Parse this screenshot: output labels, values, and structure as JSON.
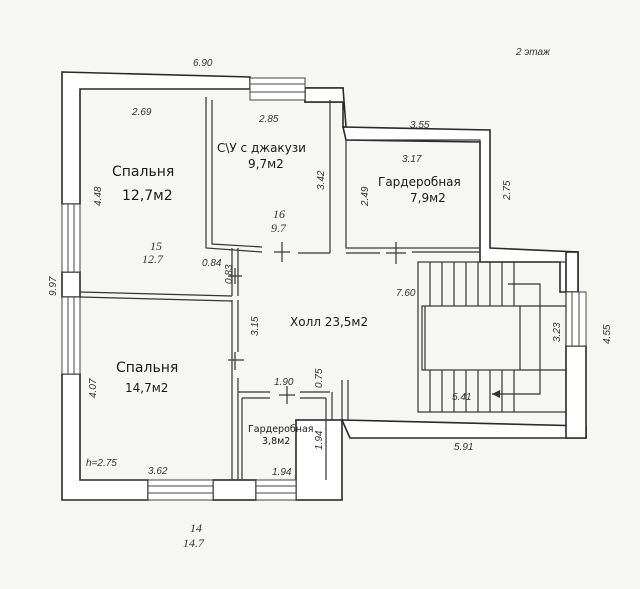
{
  "floor_label": "2 этаж",
  "rooms": {
    "bedroom1": {
      "name": "Спальня",
      "area": "12,7м2",
      "num": "15",
      "num_area": "12.7"
    },
    "bath": {
      "name": "С\\У с джакузи",
      "area": "9,7м2",
      "num": "16",
      "num_area": "9.7"
    },
    "wardrobe1": {
      "name": "Гардеробная",
      "area": "7,9м2"
    },
    "hall": {
      "name": "Холл 23,5м2"
    },
    "bedroom2": {
      "name": "Спальня",
      "area": "14,7м2",
      "num": "14",
      "num_area": "14.7"
    },
    "wardrobe2": {
      "name": "Гардеробная",
      "area": "3,8м2"
    }
  },
  "dims": {
    "top": "6.90",
    "b1_top": "2.69",
    "bath_top": "2.85",
    "right_top": "3.55",
    "w1_top": "3.17",
    "b1_side": "4.48",
    "bath_side": "3.42",
    "w1_side": "2.49",
    "right_side": "2.75",
    "left_total": "9.97",
    "d084": "0.84",
    "d083": "0.83",
    "d315": "3.15",
    "stair_top": "7.60",
    "stair_side": "3.23",
    "right_total": "4.55",
    "b2_side": "4.07",
    "d190": "1.90",
    "d075": "0.75",
    "stair_bottom": "5.41",
    "w2_side": "1.94",
    "bottom_right": "5.91",
    "ceiling": "h=2.75",
    "b2_bottom": "3.62",
    "w2_bottom": "1.94"
  }
}
